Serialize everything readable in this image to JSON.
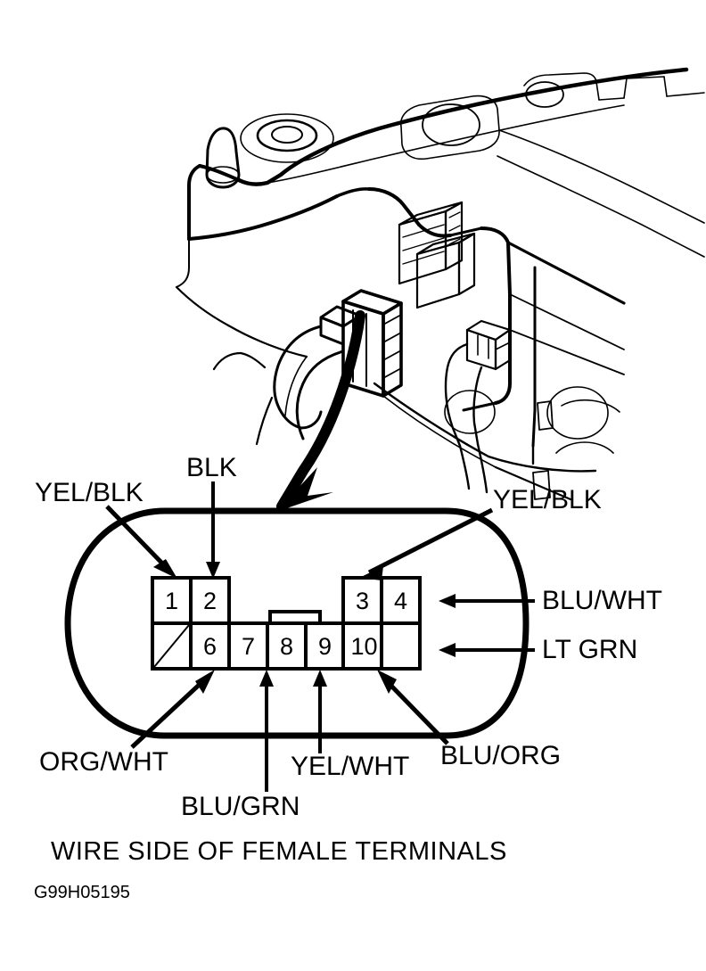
{
  "document": {
    "type": "automotive-wiring-connector-diagram",
    "caption": "WIRE SIDE OF FEMALE TERMINALS",
    "id_code": "G99H05195",
    "background_color": "#ffffff",
    "line_color": "#000000"
  },
  "illustration": {
    "name": "vehicle-body-panel-with-connectors",
    "description": "Line-art drawing of a vehicle body panel, mounting holes, bracket and wire harness connectors",
    "callout_arrow": "bold-curved-arrow-pointing-to-connector-pinout"
  },
  "connector": {
    "outline_shape": "stadium",
    "top_row": [
      {
        "pin": "1",
        "group": "left"
      },
      {
        "pin": "2",
        "group": "left"
      },
      {
        "pin": "3",
        "group": "right"
      },
      {
        "pin": "4",
        "group": "right"
      }
    ],
    "bottom_row": [
      {
        "pin": "",
        "blank": true
      },
      {
        "pin": "6"
      },
      {
        "pin": "7"
      },
      {
        "pin": "8"
      },
      {
        "pin": "9"
      },
      {
        "pin": "10"
      }
    ],
    "keying_tab": "center-locking-tab"
  },
  "wire_labels": {
    "yel_blk_left": "YEL/BLK",
    "blk": "BLK",
    "yel_blk_right": "YEL/BLK",
    "blu_wht": "BLU/WHT",
    "lt_grn": "LT GRN",
    "org_wht": "ORG/WHT",
    "blu_grn": "BLU/GRN",
    "yel_wht": "YEL/WHT",
    "blu_org": "BLU/ORG"
  },
  "pin_assignments": [
    {
      "pin": "1",
      "wire": "YEL/BLK"
    },
    {
      "pin": "2",
      "wire": "BLK"
    },
    {
      "pin": "3",
      "wire": "YEL/BLK"
    },
    {
      "pin": "4",
      "wire": "BLU/WHT"
    },
    {
      "pin": "6",
      "wire": "ORG/WHT"
    },
    {
      "pin": "7",
      "wire": "BLU/GRN"
    },
    {
      "pin": "8",
      "wire": "YEL/WHT"
    },
    {
      "pin": "9",
      "wire": "BLU/ORG"
    },
    {
      "pin": "10",
      "wire": "LT GRN"
    }
  ]
}
